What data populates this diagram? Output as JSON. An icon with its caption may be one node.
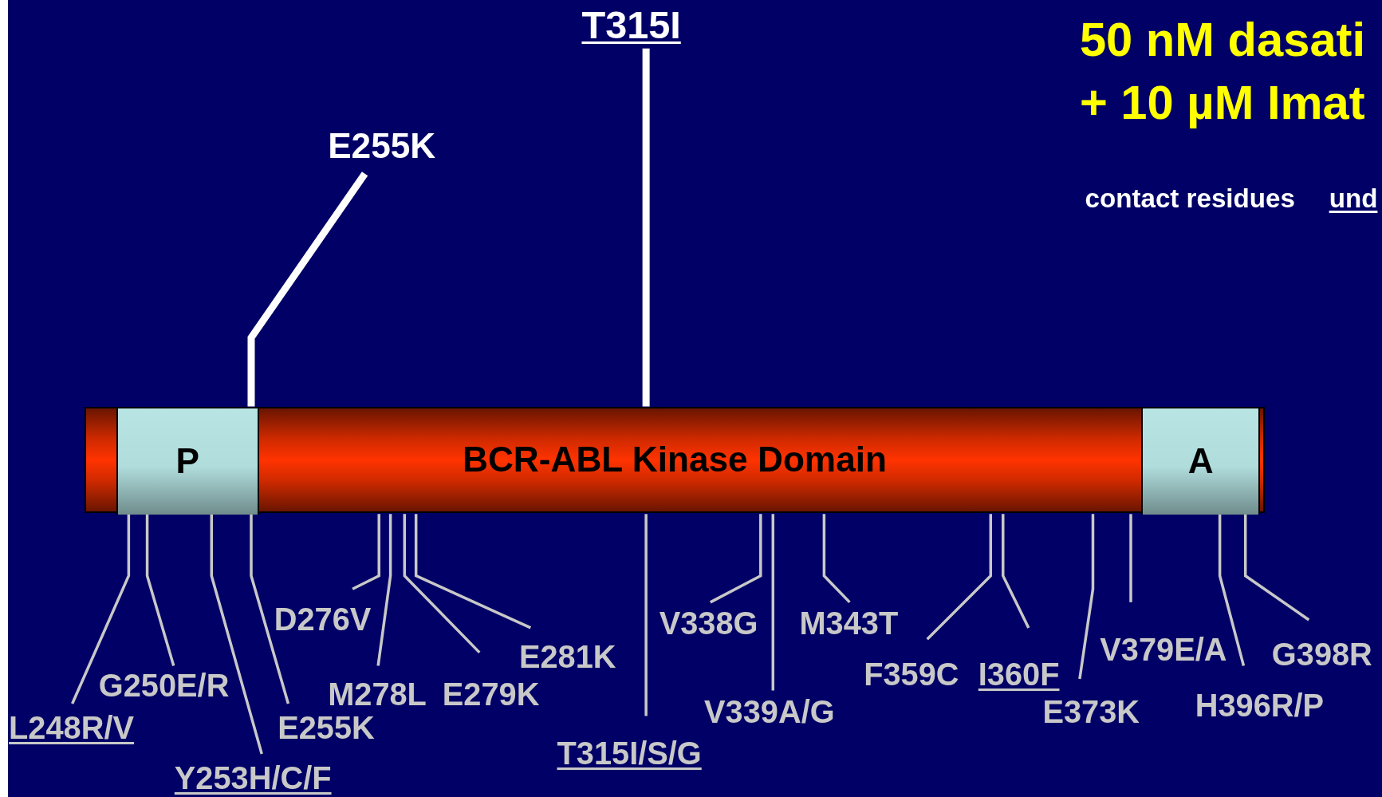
{
  "diagram": {
    "nodes": [
      {
        "text": [
          "T315I"
        ]
      },
      {
        "text": [
          "E255K"
        ]
      },
      {
        "text": [
          "BCR-ABL Kinase Domain"
        ]
      },
      {
        "text": [
          "P"
        ],
        "in": 2
      },
      {
        "text": [
          "A"
        ],
        "in": 2
      },
      {
        "text": [
          "L248R/V"
        ]
      },
      {
        "text": [
          "G250E/R"
        ]
      },
      {
        "text": [
          "Y253H/C/F"
        ]
      },
      {
        "text": [
          "E255K"
        ]
      },
      {
        "text": [
          "D276V"
        ]
      },
      {
        "text": [
          "M278L"
        ]
      },
      {
        "text": [
          "E279K"
        ]
      },
      {
        "text": [
          "E281K"
        ]
      },
      {
        "text": [
          "T315I/S/G"
        ]
      },
      {
        "text": [
          "V338G"
        ]
      },
      {
        "text": [
          "V339A/G"
        ]
      },
      {
        "text": [
          "M343T"
        ]
      },
      {
        "text": [
          "F359C"
        ]
      },
      {
        "text": [
          "I360F"
        ]
      },
      {
        "text": [
          "E373K"
        ]
      },
      {
        "text": [
          "V379E/A"
        ]
      },
      {
        "text": [
          "G398R"
        ]
      },
      {
        "text": [
          "H396R/P"
        ]
      }
    ],
    "edges": [
      {
        "from": 0,
        "to": 2,
        "arrow": "none",
        "style": "thick",
        "color": "#ffffff"
      },
      {
        "from": 1,
        "to": 3,
        "arrow": "none",
        "style": "thick",
        "color": "#ffffff"
      },
      {
        "from": 5,
        "to": 3,
        "arrow": "none"
      },
      {
        "from": 6,
        "to": 3,
        "arrow": "none"
      },
      {
        "from": 7,
        "to": 3,
        "arrow": "none"
      },
      {
        "from": 8,
        "to": 3,
        "arrow": "none"
      },
      {
        "from": 9,
        "to": 2,
        "arrow": "none"
      },
      {
        "from": 10,
        "to": 2,
        "arrow": "none"
      },
      {
        "from": 11,
        "to": 2,
        "arrow": "none"
      },
      {
        "from": 12,
        "to": 2,
        "arrow": "none"
      },
      {
        "from": 13,
        "to": 2,
        "arrow": "none"
      },
      {
        "from": 14,
        "to": 2,
        "arrow": "none"
      },
      {
        "from": 15,
        "to": 2,
        "arrow": "none"
      },
      {
        "from": 16,
        "to": 2,
        "arrow": "none"
      },
      {
        "from": 17,
        "to": 2,
        "arrow": "none"
      },
      {
        "from": 18,
        "to": 2,
        "arrow": "none"
      },
      {
        "from": 19,
        "to": 2,
        "arrow": "none"
      },
      {
        "from": 20,
        "to": 2,
        "arrow": "none"
      },
      {
        "from": 21,
        "to": 4,
        "arrow": "none"
      },
      {
        "from": 22,
        "to": 4,
        "arrow": "none"
      }
    ],
    "labels": [
      "50 nM dasati",
      "+ 10 µM Imat",
      "contact residues",
      "und"
    ]
  }
}
